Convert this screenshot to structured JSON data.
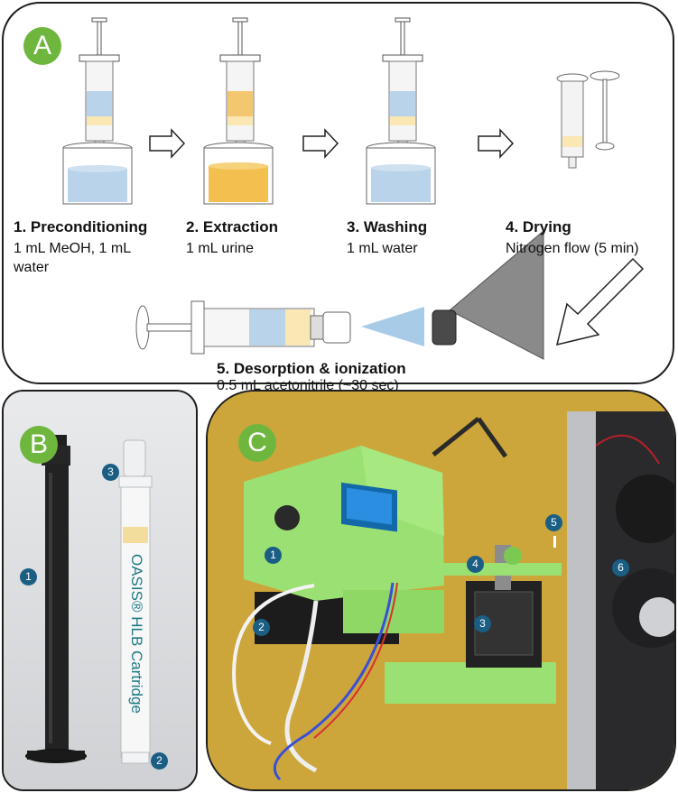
{
  "panel_a": {
    "badge": "A",
    "steps": [
      {
        "title": "1. Preconditioning",
        "desc": "1 mL MeOH, 1 mL water"
      },
      {
        "title": "2. Extraction",
        "desc": "1 mL urine"
      },
      {
        "title": "3. Washing",
        "desc": "1 mL water"
      },
      {
        "title": "4. Drying",
        "desc": "Nitrogen flow (5 min)"
      },
      {
        "title": "5. Desorption & ionization",
        "desc": "0.5 mL acetonitrile (~30 sec)"
      }
    ]
  },
  "panel_b": {
    "badge": "B",
    "cartridge_text": "OASIS® HLB Cartridge",
    "markers": [
      "1",
      "2",
      "3"
    ]
  },
  "panel_c": {
    "badge": "C",
    "markers": [
      "1",
      "2",
      "3",
      "4",
      "5",
      "6"
    ]
  },
  "colors": {
    "badge_green": "#6fb63f",
    "marker_blue": "#1b5e84",
    "water_blue": "#b9d3ea",
    "urine_yellow": "#f3c770",
    "device_green": "#9be072",
    "floor_yellow": "#c9a33a"
  }
}
